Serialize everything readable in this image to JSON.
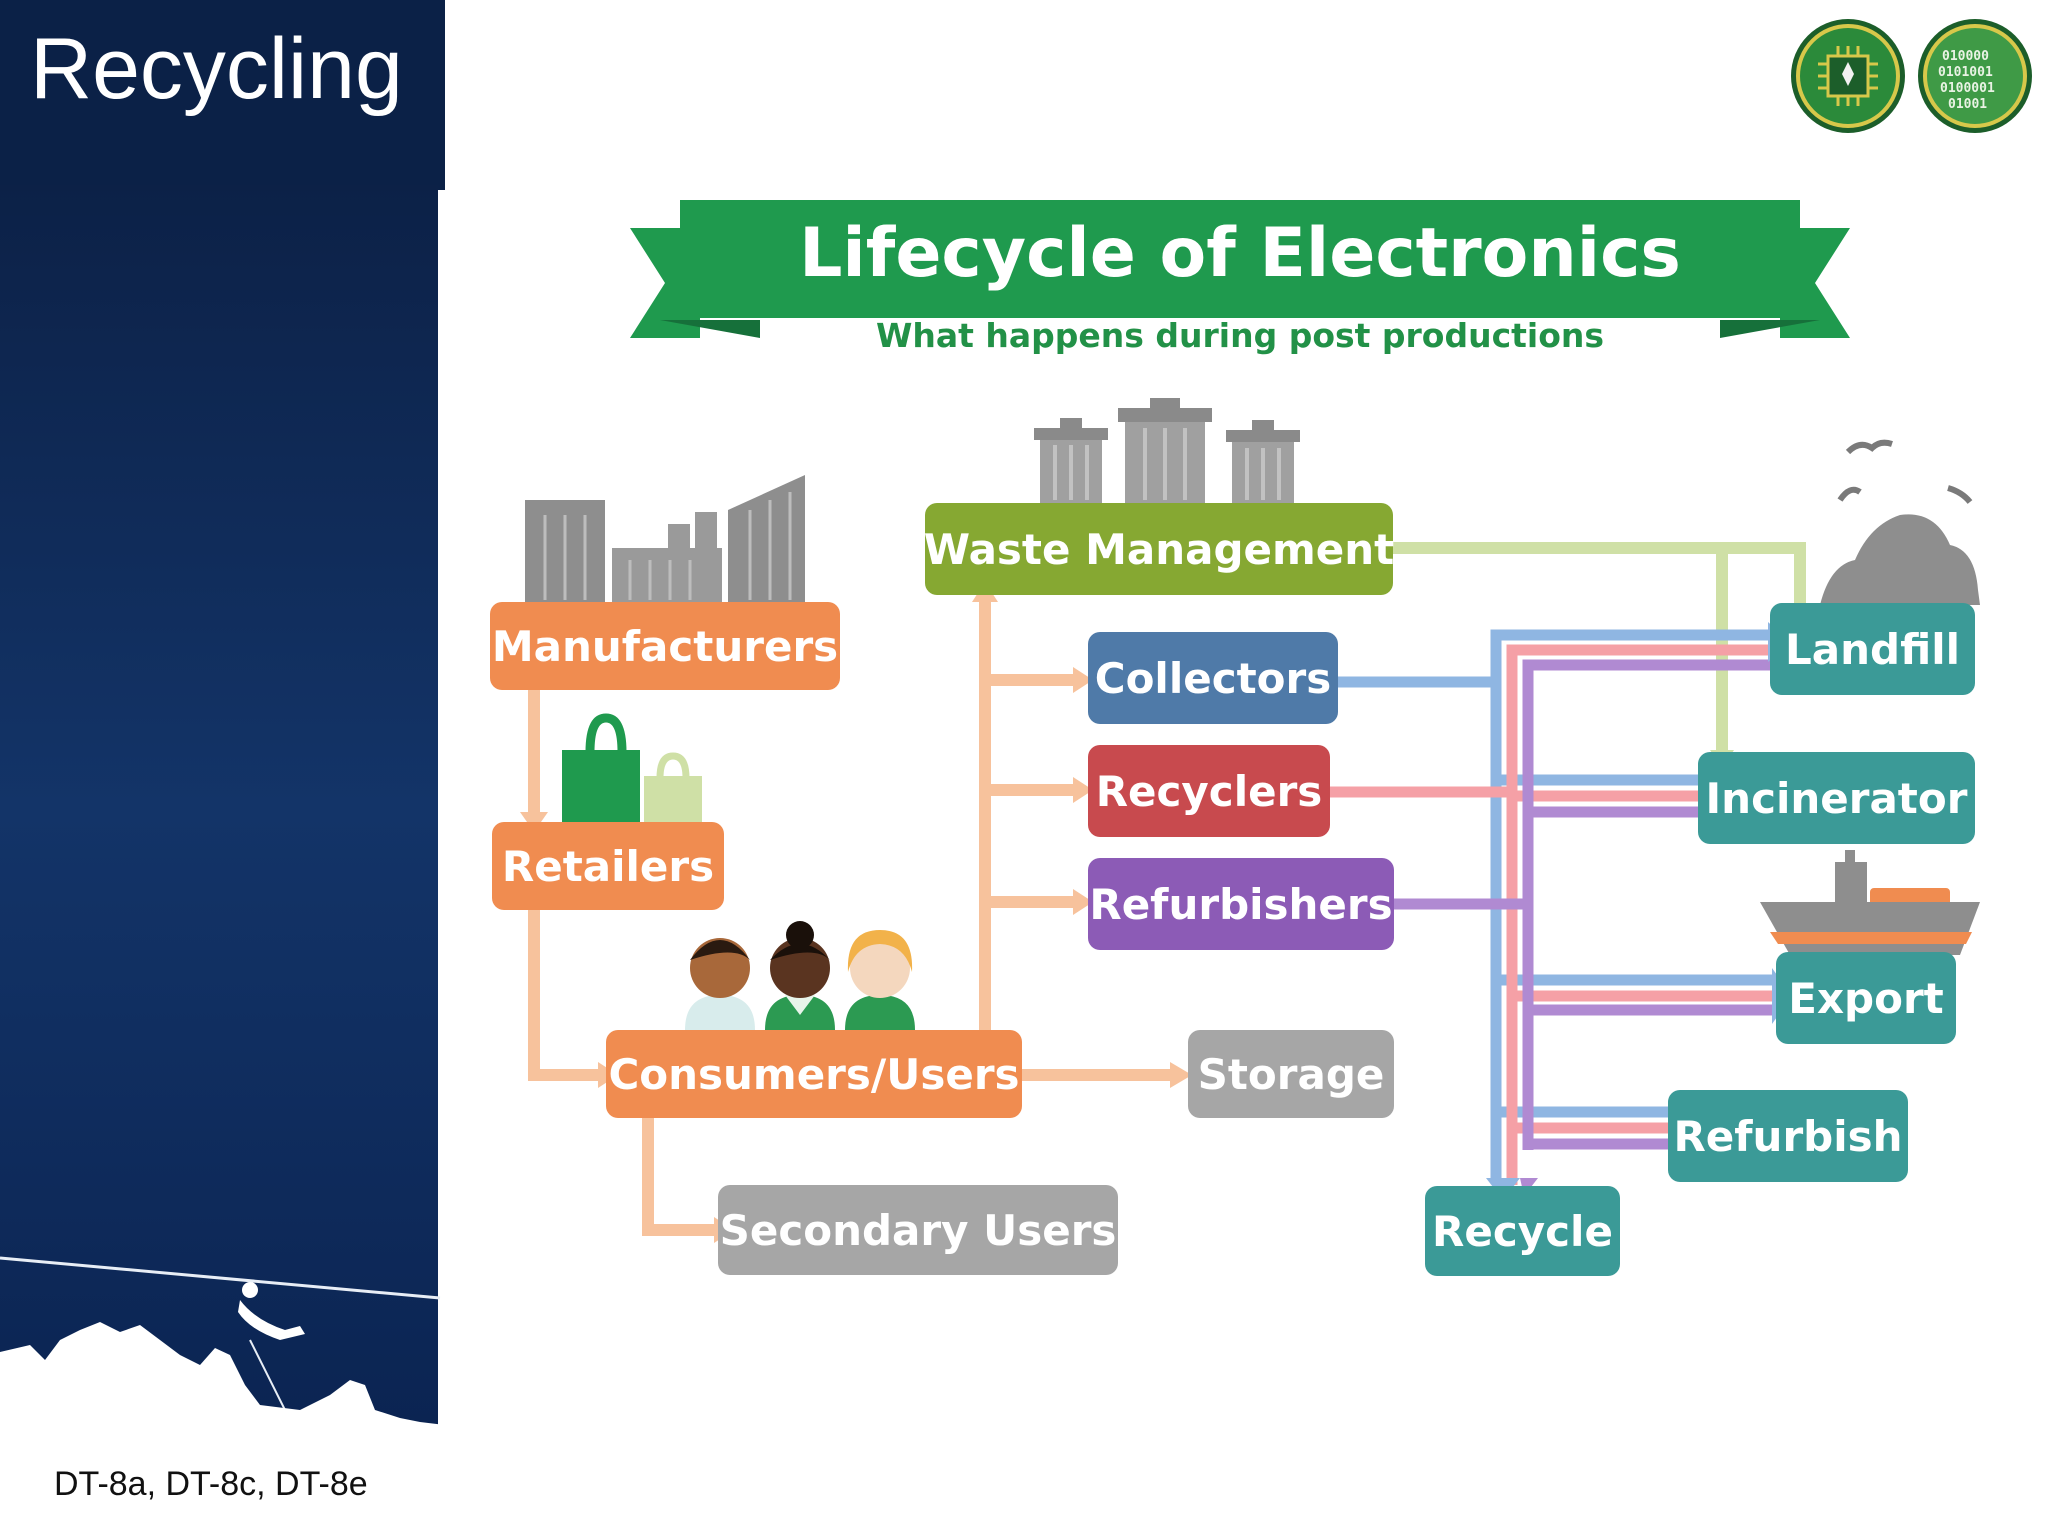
{
  "slide": {
    "title": "Recycling",
    "footer": "DT-8a, DT-8c, DT-8e"
  },
  "diagram": {
    "title": "Lifecycle of Electronics",
    "subtitle": "What happens during post productions",
    "nodes": {
      "manufacturers": "Manufacturers",
      "retailers": "Retailers",
      "consumers": "Consumers/Users",
      "secondary_users": "Secondary Users",
      "storage": "Storage",
      "waste_management": "Waste Management",
      "collectors": "Collectors",
      "recyclers": "Recyclers",
      "refurbishers": "Refurbishers",
      "landfill": "Landfill",
      "incinerator": "Incinerator",
      "export": "Export",
      "refurbish": "Refurbish",
      "recycle": "Recycle"
    }
  },
  "colors": {
    "sidebar": "#0f2b5a",
    "orange": "#f08c50",
    "orange_light": "#f7c29c",
    "olive": "#86a832",
    "olive_light": "#cfe0a6",
    "blue": "#4f7aa8",
    "blue_light": "#8fb6e2",
    "red": "#c84a4e",
    "pink": "#f5a0a6",
    "purple": "#8c5bb6",
    "purple_light": "#b08ad2",
    "teal": "#3b9a97",
    "gray": "#a6a6a6",
    "green_banner": "#1f9a4e",
    "green_dark": "#16703a"
  },
  "icons": [
    "factory-icon",
    "shopping-bags-icon",
    "people-icon",
    "trash-cans-icon",
    "landfill-mound-icon",
    "birds-icon",
    "cargo-ship-icon",
    "merit-badge-icon",
    "binary-badge-icon",
    "zipline-icon"
  ]
}
